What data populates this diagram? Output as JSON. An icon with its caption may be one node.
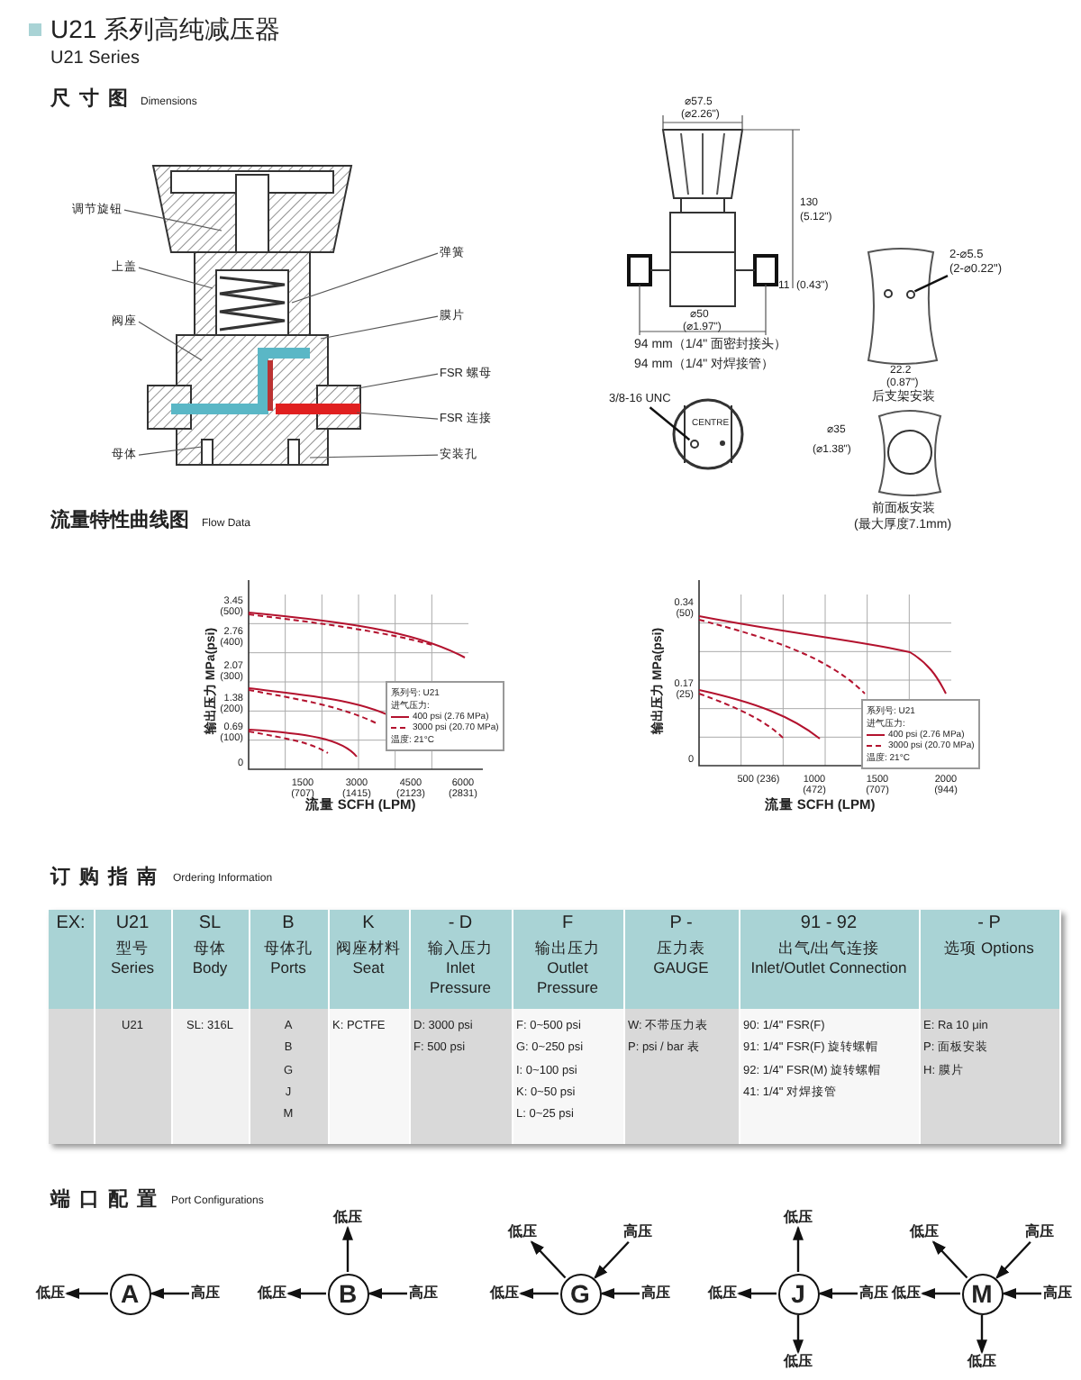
{
  "diagram": {
    "title": "U21 系列高纯减压器",
    "nodes": [
      {
        "text": [
          "调节旋钮"
        ]
      },
      {
        "text": [
          "上盖"
        ]
      },
      {
        "text": [
          "阀座"
        ]
      },
      {
        "text": [
          "母体"
        ]
      },
      {
        "text": [
          "弹簧"
        ]
      },
      {
        "text": [
          "膜片"
        ]
      },
      {
        "text": [
          "FSR 螺母"
        ]
      },
      {
        "text": [
          "FSR 连接"
        ]
      },
      {
        "text": [
          "安装孔"
        ]
      },
      {
        "text": [
          "2-⌀5.5",
          "(2-⌀0.22\")"
        ]
      },
      {
        "text": [
          "3/8-16 UNC"
        ]
      },
      {
        "text": [
          "A"
        ]
      },
      {
        "text": [
          "低压"
        ]
      },
      {
        "text": [
          "高压"
        ]
      },
      {
        "text": [
          "B"
        ]
      },
      {
        "text": [
          "低压"
        ]
      },
      {
        "text": [
          "低压"
        ]
      },
      {
        "text": [
          "高压"
        ]
      },
      {
        "text": [
          "G"
        ]
      },
      {
        "text": [
          "低压"
        ]
      },
      {
        "text": [
          "高压"
        ]
      },
      {
        "text": [
          "低压"
        ]
      },
      {
        "text": [
          "高压"
        ]
      },
      {
        "text": [
          "J"
        ]
      },
      {
        "text": [
          "低压"
        ]
      },
      {
        "text": [
          "低压"
        ]
      },
      {
        "text": [
          "高压"
        ]
      },
      {
        "text": [
          "低压"
        ]
      },
      {
        "text": [
          "M"
        ]
      },
      {
        "text": [
          "低压"
        ]
      },
      {
        "text": [
          "高压"
        ]
      },
      {
        "text": [
          "低压"
        ]
      },
      {
        "text": [
          "高压"
        ]
      },
      {
        "text": [
          "低压"
        ]
      },
      {
        "text": [],
        "shape": "circle"
      },
      {
        "text": [],
        "shape": "circle"
      }
    ],
    "edges": [
      {
        "from": 0,
        "to": null,
        "arrow": "none"
      },
      {
        "from": 1,
        "to": null,
        "arrow": "none"
      },
      {
        "from": 2,
        "to": null,
        "arrow": "none"
      },
      {
        "from": 3,
        "to": null,
        "arrow": "none"
      },
      {
        "from": 4,
        "to": null,
        "arrow": "none"
      },
      {
        "from": 5,
        "to": null,
        "arrow": "none"
      },
      {
        "from": 6,
        "to": null,
        "arrow": "none"
      },
      {
        "from": 7,
        "to": null,
        "arrow": "none"
      },
      {
        "from": 8,
        "to": null,
        "arrow": "none"
      },
      {
        "from": 9,
        "to": 34,
        "arrow": "none"
      },
      {
        "from": 10,
        "to": 35,
        "arrow": "none"
      },
      {
        "from": 13,
        "to": 11,
        "arrow": "to"
      },
      {
        "from": 11,
        "to": 12,
        "arrow": "to"
      },
      {
        "from": 17,
        "to": 14,
        "arrow": "to"
      },
      {
        "from": 14,
        "to": 15,
        "arrow": "to"
      },
      {
        "from": 14,
        "to": 16,
        "arrow": "to"
      },
      {
        "from": 20,
        "to": 18,
        "arrow": "to"
      },
      {
        "from": 22,
        "to": 18,
        "arrow": "to"
      },
      {
        "from": 18,
        "to": 19,
        "arrow": "to"
      },
      {
        "from": 18,
        "to": 21,
        "arrow": "to"
      },
      {
        "from": 26,
        "to": 23,
        "arrow": "to"
      },
      {
        "from": 23,
        "to": 24,
        "arrow": "to"
      },
      {
        "from": 23,
        "to": 25,
        "arrow": "to"
      },
      {
        "from": 23,
        "to": 27,
        "arrow": "to"
      },
      {
        "from": 30,
        "to": 28,
        "arrow": "to"
      },
      {
        "from": 32,
        "to": 28,
        "arrow": "to"
      },
      {
        "from": 28,
        "to": 29,
        "arrow": "to"
      },
      {
        "from": 28,
        "to": 31,
        "arrow": "to"
      },
      {
        "from": 28,
        "to": 33,
        "arrow": "to"
      }
    ],
    "labels": [
      "U21 Series",
      "尺寸图",
      "Dimensions",
      "⌀57.5",
      "(⌀2.26\")",
      "130",
      "(5.12\")",
      "11",
      "(0.43\")",
      "⌀50",
      "(⌀1.97\")",
      "94 mm（1/4\" 面密封接头）",
      "94 mm（1/4\" 对焊接管）",
      "22.2",
      "(0.87\")",
      "后支架安装",
      "CENTRE",
      "⌀35",
      "(⌀1.38\")",
      "前面板安装",
      "(最大厚度7.1mm)",
      "流量特性曲线图",
      "Flow Data",
      "输出压力 MPa(psi)",
      "3.45 (500)",
      "2.76 (400)",
      "2.07 (300)",
      "1.38 (200)",
      "0.69 (100)",
      "0",
      "1500 (707)",
      "3000 (1415)",
      "4500 (2123)",
      "6000 (2831)",
      "流量 SCFH (LPM)",
      "系列号: U21",
      "进气压力:",
      "温度: 21°C",
      "输出压力 MPa(psi)",
      "0.34 (50)",
      "0.17 (25)",
      "0",
      "500 (236)",
      "1000 (472)",
      "1500 (707)",
      "2000 (944)",
      "流量 SCFH (LPM)",
      "系列号: U21",
      "进气压力:",
      "温度: 21°C",
      "订购指南",
      "Ordering Information",
      "EX:",
      "U21",
      "SL",
      "B",
      "K",
      "- D",
      "F",
      "P -",
      "91 - 92",
      "- P",
      "型号 Series",
      "母体 Body",
      "母体孔 Ports",
      "阀座材料 Seat",
      "输入压力 Inlet Pressure",
      "输出压力 Outlet Pressure",
      "压力表 GAUGE",
      "出气/出气连接 Inlet/Outlet Connection",
      "选项 Options",
      "U21",
      "SL: 316L",
      "A",
      "B",
      "G",
      "J",
      "M",
      "K: PCTFE",
      "D: 3000 psi",
      "F: 500 psi",
      "F: 0~500 psi",
      "G: 0~250 psi",
      "I: 0~100 psi",
      "K: 0~50 psi",
      "L: 0~25 psi",
      "W: 不带压力表",
      "P: psi / bar 表",
      "90: 1/4\" FSR(F)",
      "91: 1/4\" FSR(F) 旋转螺帽",
      "92: 1/4\" FSR(M) 旋转螺帽",
      "41: 1/4\" 对焊接管",
      "E: Ra 10 μin",
      "P: 面板安装",
      "H: 膜片",
      "端口配置",
      "Port Configurations"
    ],
    "legend": [
      {
        "text": "400 psi (2.76 MPa)"
      },
      {
        "text": "3000 psi (20.70 MPa)"
      },
      {
        "text": "400 psi (2.76 MPa)"
      },
      {
        "text": "3000 psi (20.70 MPa)"
      }
    ]
  }
}
